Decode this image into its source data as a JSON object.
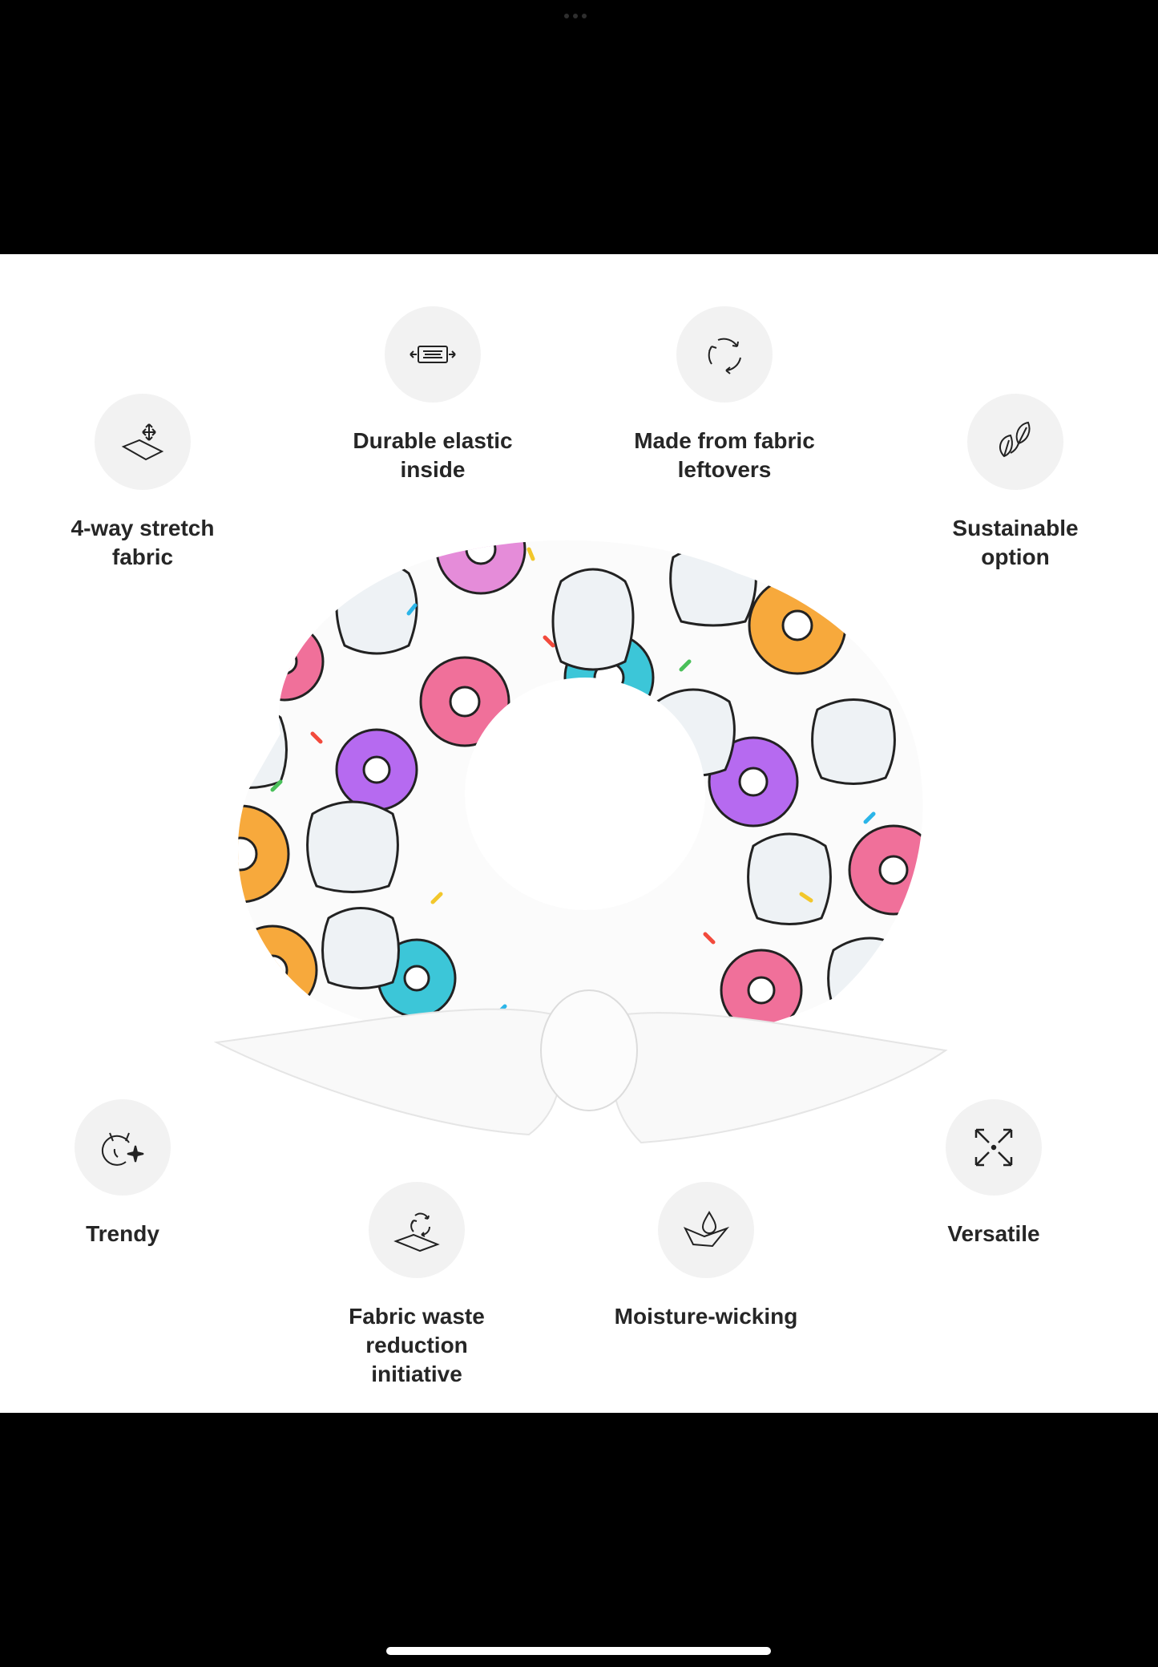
{
  "features": [
    {
      "id": "four-way-stretch",
      "label": "4-way stretch\nfabric",
      "icon": "stretch-fabric-icon"
    },
    {
      "id": "durable-elastic",
      "label": "Durable elastic\ninside",
      "icon": "elastic-icon"
    },
    {
      "id": "fabric-leftovers",
      "label": "Made from fabric\nleftovers",
      "icon": "recycle-icon"
    },
    {
      "id": "sustainable",
      "label": "Sustainable\noption",
      "icon": "leaves-icon"
    },
    {
      "id": "trendy",
      "label": "Trendy",
      "icon": "cat-sparkle-icon"
    },
    {
      "id": "waste-reduction",
      "label": "Fabric waste reduction\ninitiative",
      "icon": "fabric-recycle-icon"
    },
    {
      "id": "moisture-wicking",
      "label": "Moisture-wicking",
      "icon": "water-drop-icon"
    },
    {
      "id": "versatile",
      "label": "Versatile",
      "icon": "expand-arrows-icon"
    }
  ],
  "product": {
    "name": "scrunchie",
    "pattern": "donuts-and-teeth"
  },
  "colors": {
    "background": "#000000",
    "panel": "#ffffff",
    "icon_circle": "#f2f2f2",
    "text": "#262626"
  }
}
